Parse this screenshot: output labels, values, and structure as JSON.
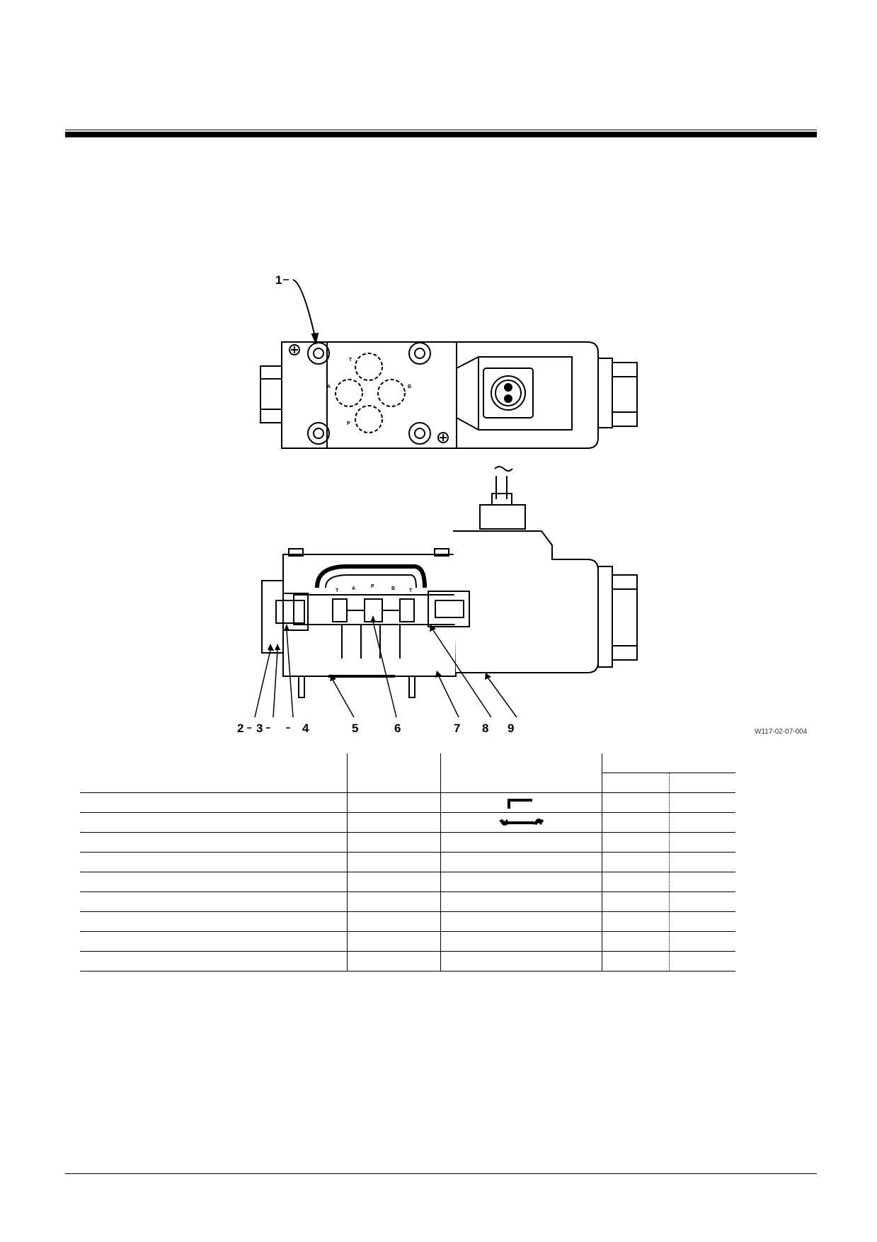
{
  "figure": {
    "reference": "W117-02-07-004",
    "callouts": [
      "1",
      "2",
      "3",
      "4",
      "5",
      "6",
      "7",
      "8",
      "9"
    ],
    "port_labels": {
      "top_view": [
        "T",
        "A",
        "B",
        "P"
      ],
      "section": [
        "T",
        "A",
        "P",
        "B",
        "T"
      ]
    }
  },
  "table": {
    "rows": [
      {
        "tool_icon": "hex-key-icon"
      },
      {
        "tool_icon": "wrench-icon"
      },
      {},
      {},
      {},
      {},
      {},
      {},
      {}
    ]
  }
}
